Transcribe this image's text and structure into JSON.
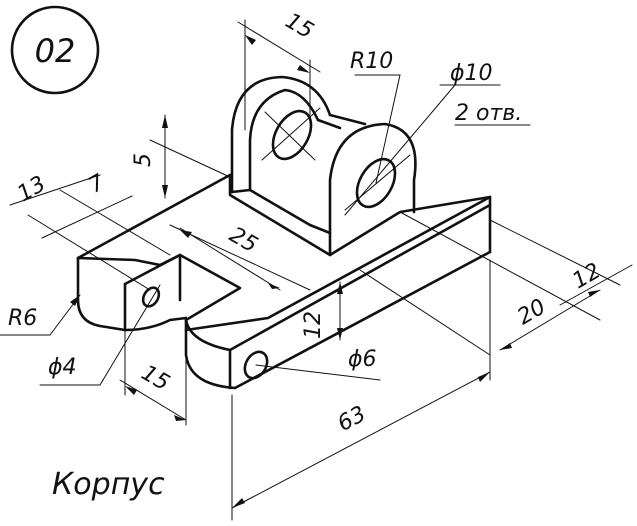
{
  "drawing_number": "02",
  "title": "Корпус",
  "dimensions": {
    "d15_top": "15",
    "r10": "R10",
    "phi10": "ϕ10",
    "holes_note": "2 отв.",
    "d5": "5",
    "d13": "13",
    "d7": "7",
    "d25": "25",
    "r6": "R6",
    "phi4": "ϕ4",
    "d15_bottom": "15",
    "d12_side": "12",
    "phi6": "ϕ6",
    "d63": "63",
    "d20": "20",
    "d12_right": "12"
  },
  "colors": {
    "line": "#111111",
    "paper": "#ffffff"
  }
}
